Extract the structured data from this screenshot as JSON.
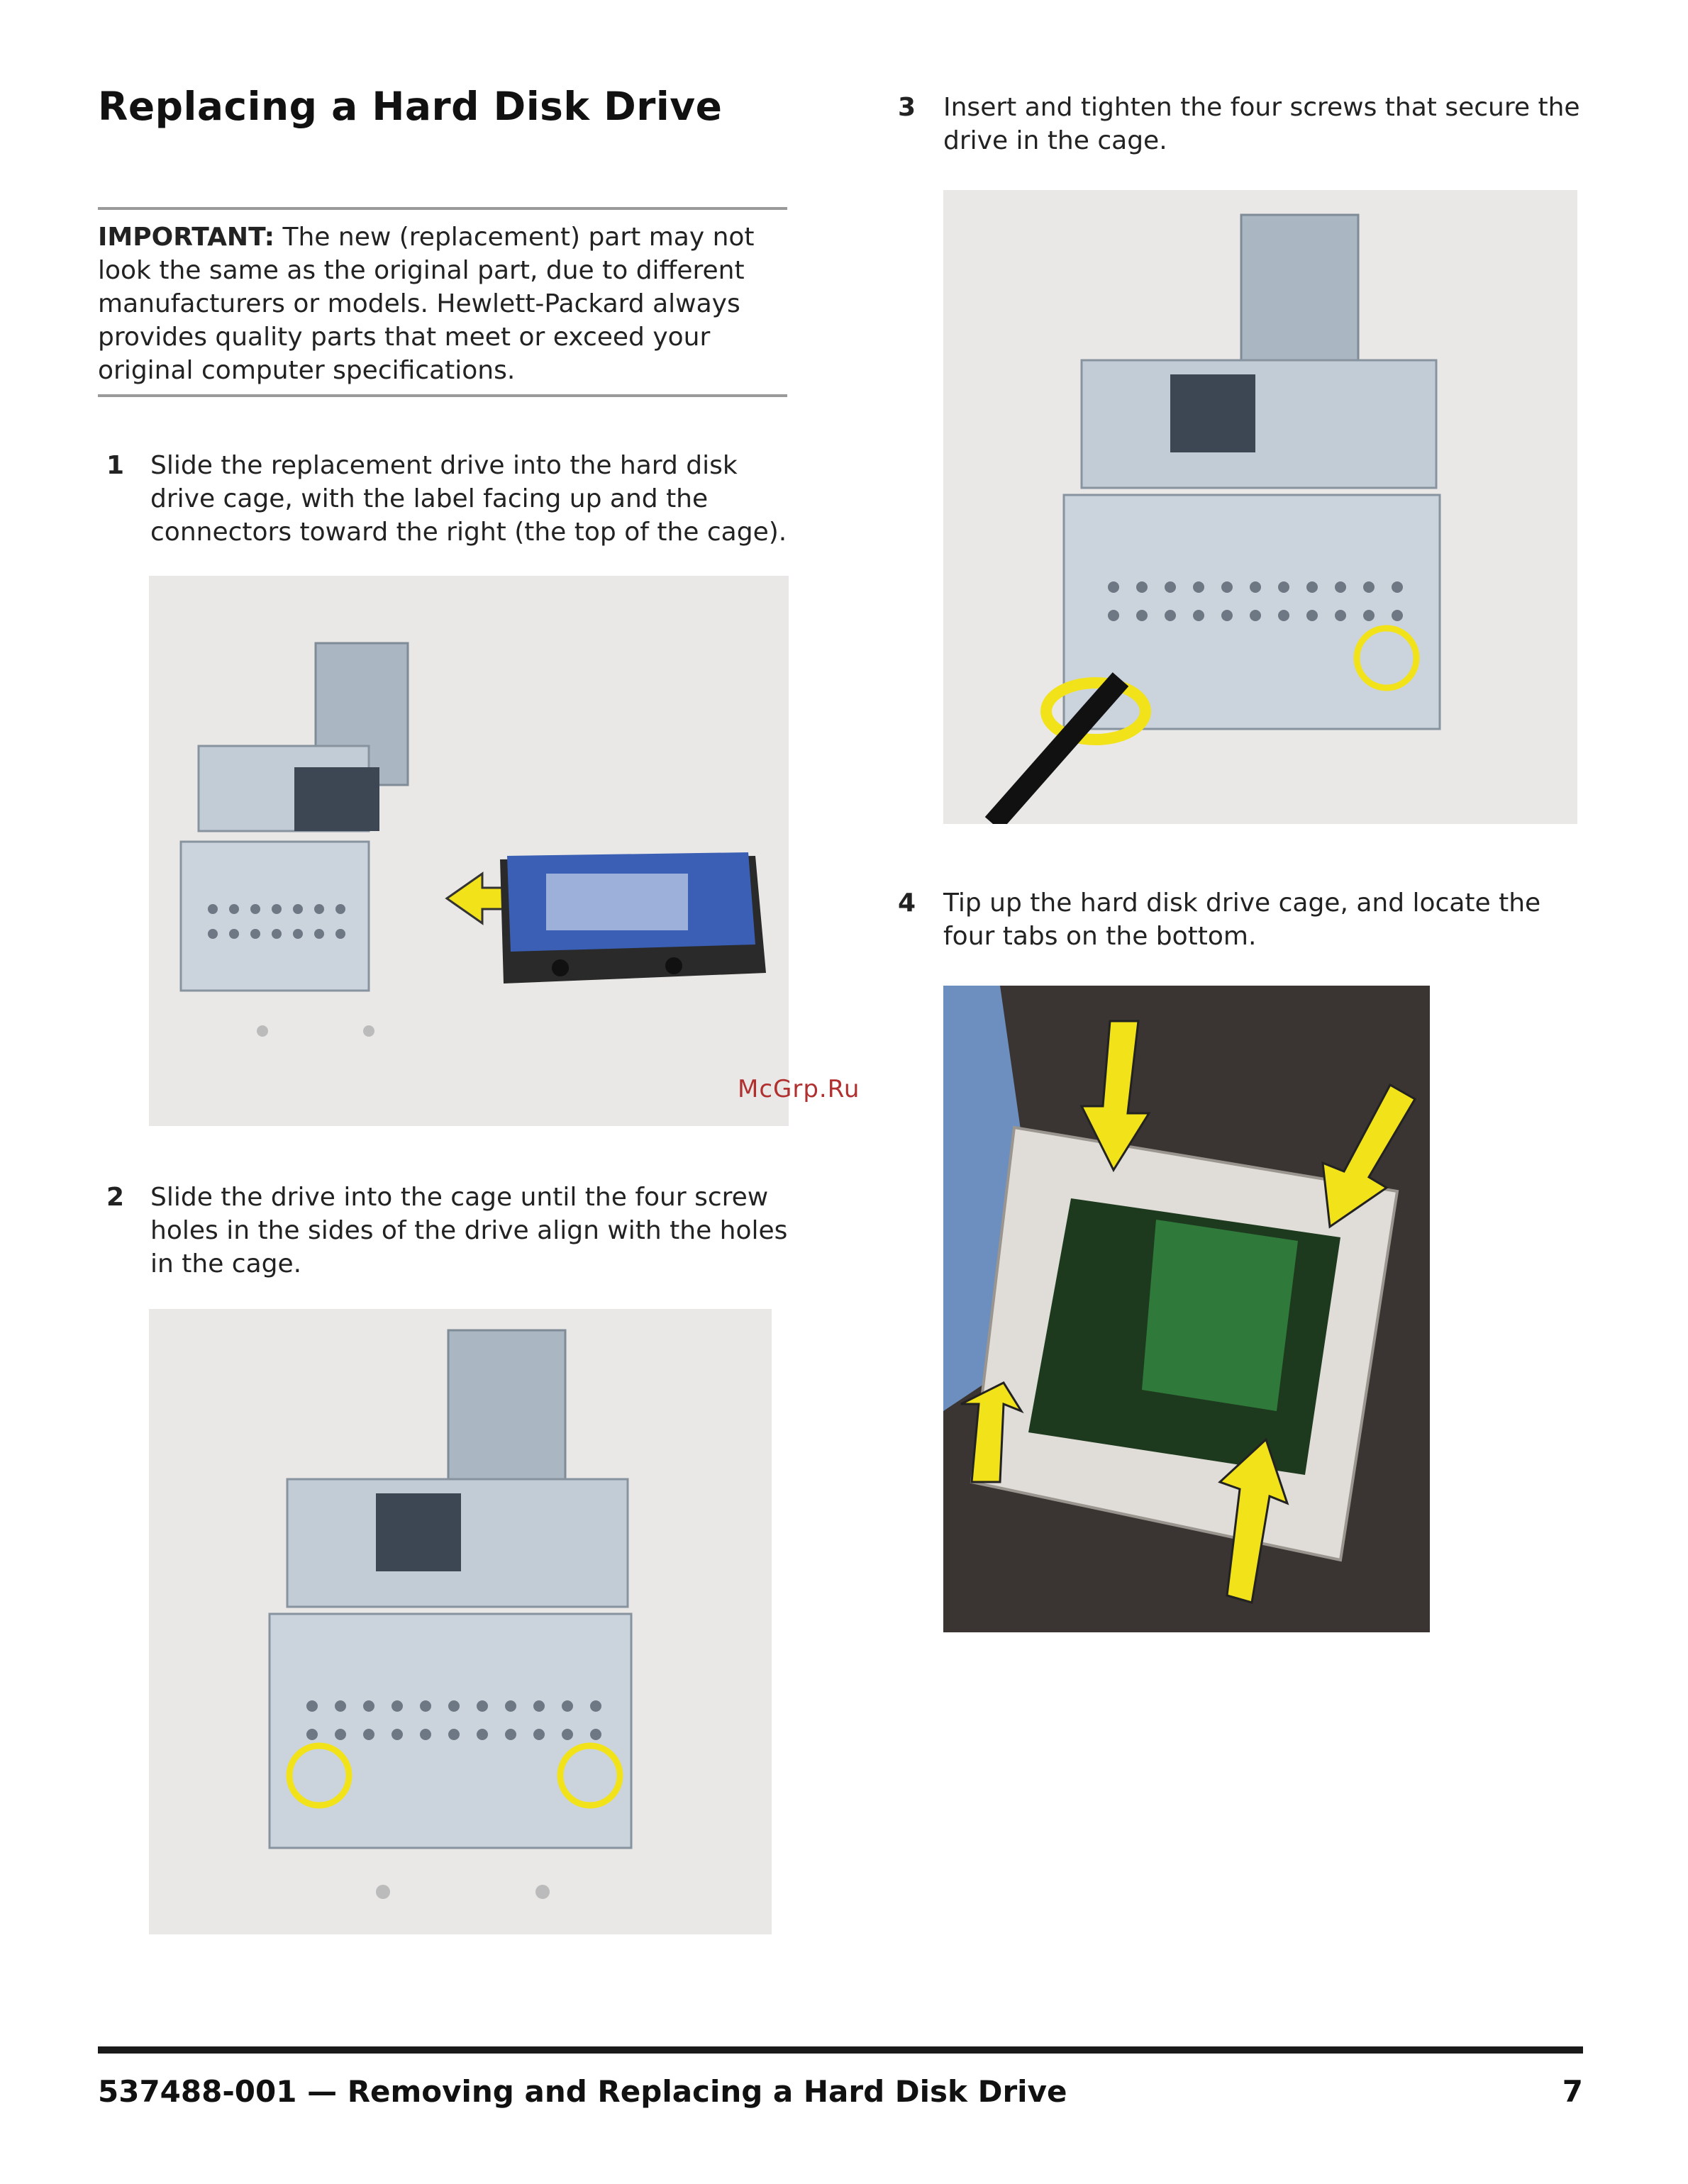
{
  "page": {
    "title": "Replacing a Hard Disk Drive",
    "important_label": "IMPORTANT:",
    "important_text": "The new (replacement) part may not look the same as the original part, due to different manufacturers or models. Hewlett-Packard always provides quality parts that meet or exceed your original computer specifications."
  },
  "steps": [
    {
      "number": "1",
      "text": "Slide the replacement drive into the hard disk drive cage, with the label facing up and the connectors toward the right (the top of the cage)."
    },
    {
      "number": "2",
      "text": "Slide the drive into the cage until the four screw holes in the sides of the drive align with the holes in the cage."
    },
    {
      "number": "3",
      "text": "Insert and tighten the four screws that secure the drive in the cage."
    },
    {
      "number": "4",
      "text": "Tip up the hard disk drive cage, and locate the four tabs on the bottom."
    }
  ],
  "watermark": "McGrp.Ru",
  "footer": {
    "doc_title": "537488-001 — Removing and Replacing a Hard Disk Drive",
    "page_number": "7"
  },
  "colors": {
    "highlight_yellow": "#f2e21a",
    "cage_metal": "#b9c4cf",
    "drive_label_blue": "#3a5fb5",
    "photo_background": "#e9e8e6",
    "dark_background": "#3a3532"
  }
}
